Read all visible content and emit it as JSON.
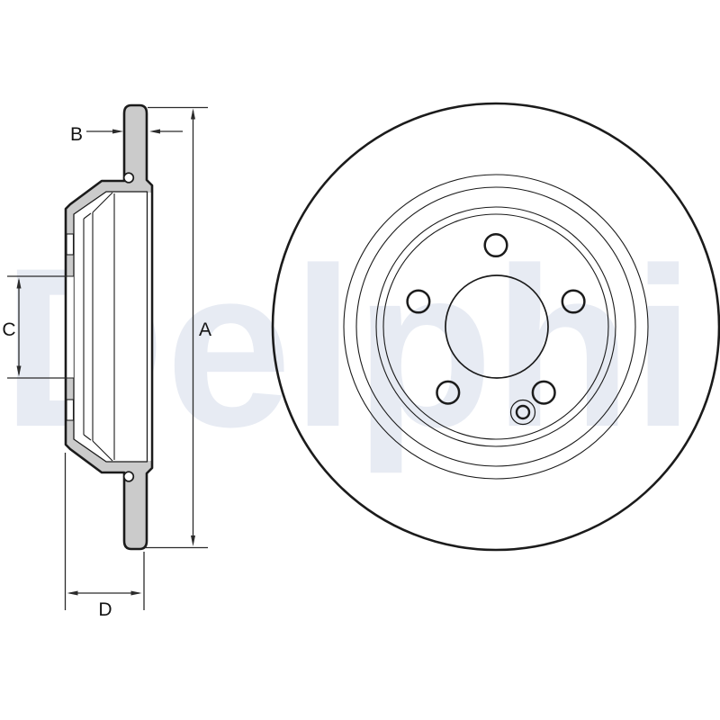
{
  "watermark": {
    "text": "Delphi",
    "color": "#e7ebf3"
  },
  "diagram": {
    "description": "Brake disc technical drawing: side cross-section and front view",
    "stroke_color": "#1b1b1b",
    "dimension_line_color": "#2b2b2b",
    "section_fill_color": "#cbcbcb",
    "background_color": "#ffffff",
    "dimensions": {
      "a": "A",
      "b": "B",
      "c": "C",
      "d": "D"
    }
  }
}
